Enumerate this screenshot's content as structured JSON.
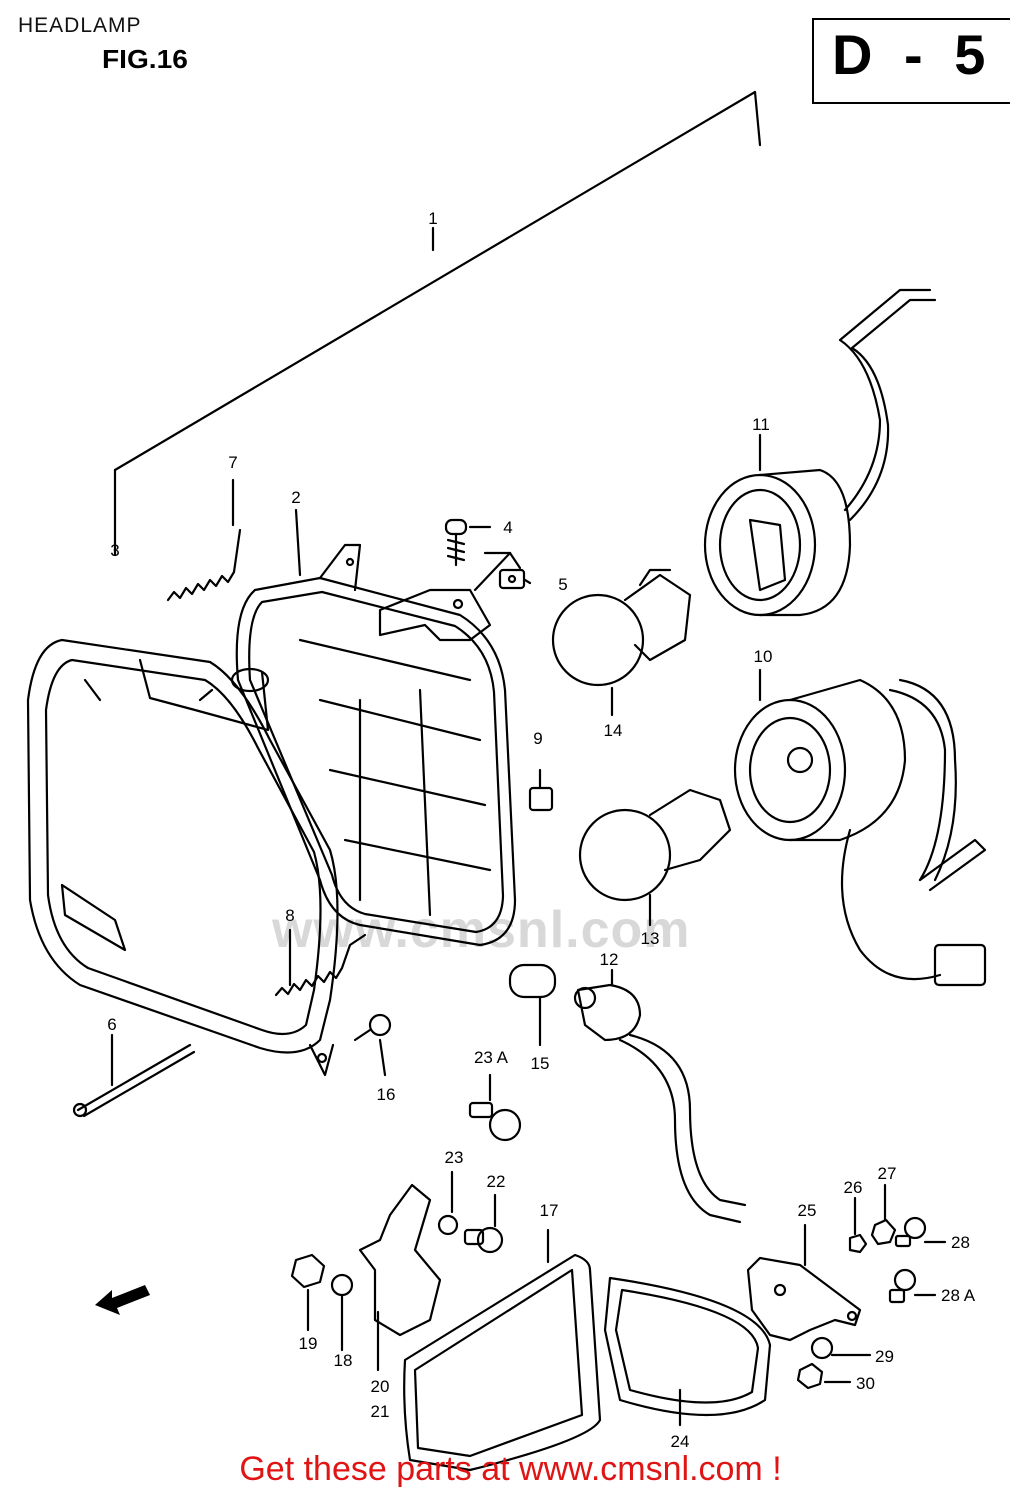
{
  "header": {
    "title": "HEADLAMP",
    "figure": "FIG.16",
    "code": "D - 5"
  },
  "watermark": "www.cmsnl.com",
  "callouts": [
    "1",
    "2",
    "3",
    "4",
    "5",
    "6",
    "7",
    "8",
    "9",
    "10",
    "11",
    "12",
    "13",
    "14",
    "15",
    "16",
    "17",
    "18",
    "19",
    "20",
    "21",
    "22",
    "23",
    "23 A",
    "24",
    "25",
    "26",
    "27",
    "28",
    "28 A",
    "29",
    "30"
  ],
  "footer": {
    "cta": "Get these parts at www.cmsnl.com !"
  },
  "colors": {
    "cta": "#e01414",
    "line": "#000000",
    "watermark": "#d8d8d8"
  },
  "icons": [
    "front-direction-arrow-icon"
  ]
}
